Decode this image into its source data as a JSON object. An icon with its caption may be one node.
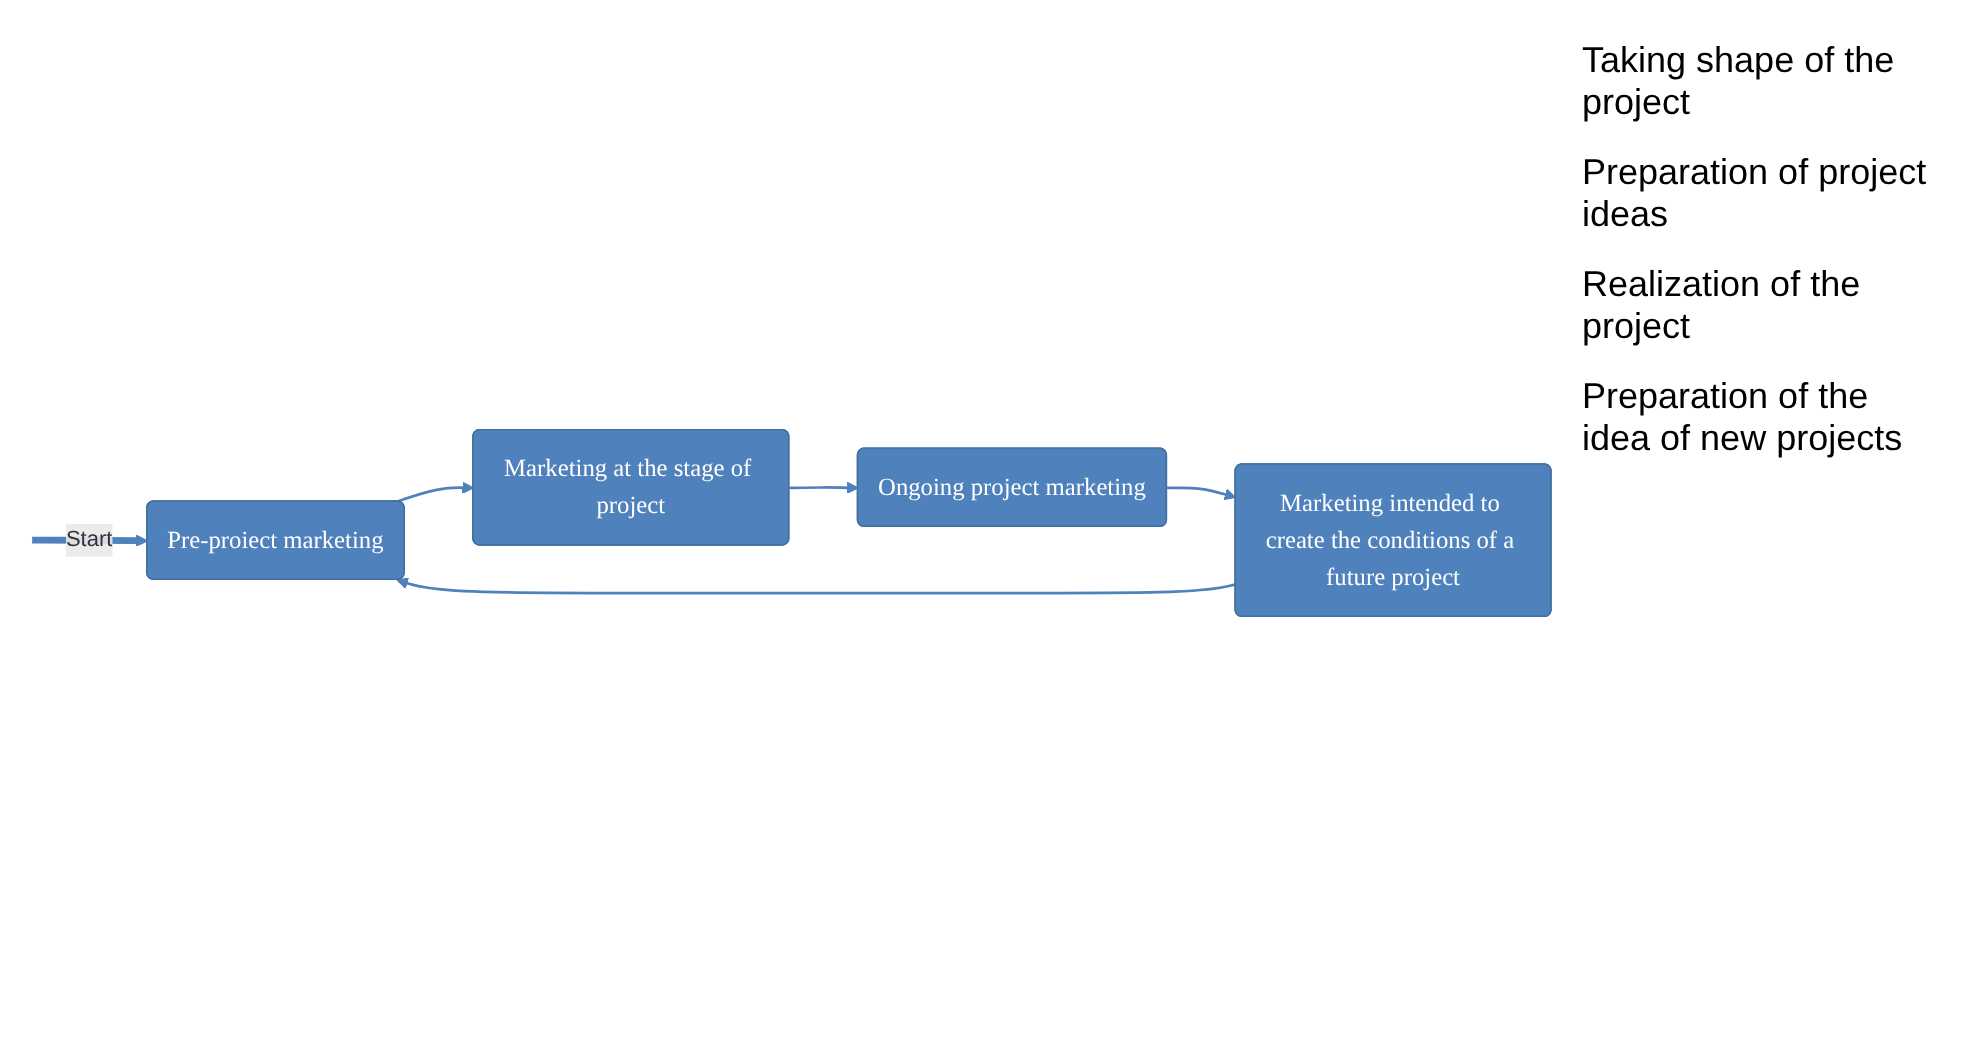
{
  "diagram": {
    "nodes": [
      {
        "text": [
          "Pre-proiect marketing"
        ]
      },
      {
        "text": [
          "Marketing at the stage of project"
        ]
      },
      {
        "text": [
          "Ongoing project marketing"
        ]
      },
      {
        "text": [
          "Marketing intended to create the conditions of a future project"
        ]
      }
    ],
    "edges": [
      {
        "from": null,
        "to": 0,
        "arrow": "to",
        "label": "Start",
        "style": "thick"
      },
      {
        "from": 0,
        "to": 1,
        "arrow": "to"
      },
      {
        "from": 1,
        "to": 2,
        "arrow": "to"
      },
      {
        "from": 2,
        "to": 3,
        "arrow": "to"
      },
      {
        "from": 3,
        "to": 0,
        "arrow": "to"
      }
    ],
    "labels": [
      "Taking shape of the project",
      "Preparation of project ideas",
      "Realization of the project",
      "Preparation of the idea of new projects"
    ]
  }
}
